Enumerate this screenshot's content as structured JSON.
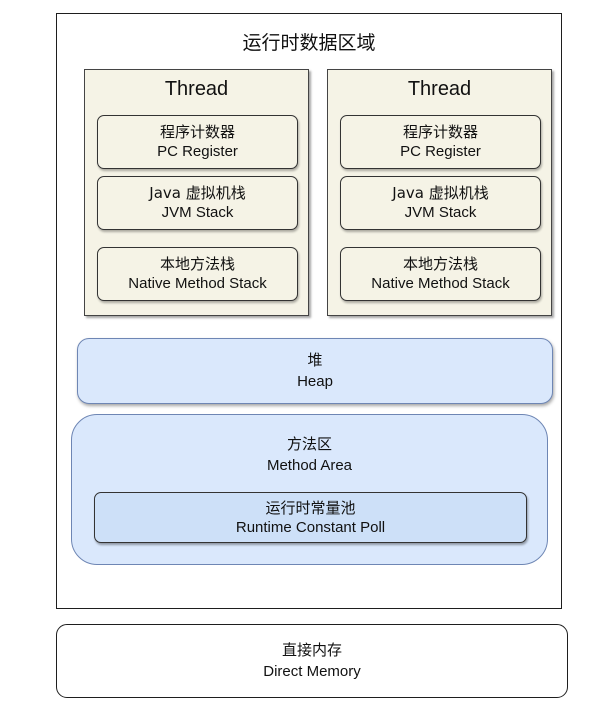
{
  "runtime_data_area": {
    "title": "运行时数据区域"
  },
  "threads": [
    {
      "title": "Thread",
      "pc_register": {
        "cn": "程序计数器",
        "en": "PC Register"
      },
      "jvm_stack": {
        "cn": "Java 虚拟机栈",
        "en": "JVM Stack"
      },
      "native_stack": {
        "cn": "本地方法栈",
        "en": "Native Method Stack"
      }
    },
    {
      "title": "Thread",
      "pc_register": {
        "cn": "程序计数器",
        "en": "PC Register"
      },
      "jvm_stack": {
        "cn": "Java 虚拟机栈",
        "en": "JVM Stack"
      },
      "native_stack": {
        "cn": "本地方法栈",
        "en": "Native Method Stack"
      }
    }
  ],
  "heap": {
    "cn": "堆",
    "en": "Heap"
  },
  "method_area": {
    "cn": "方法区",
    "en": "Method Area",
    "constant_pool": {
      "cn": "运行时常量池",
      "en": "Runtime Constant Poll"
    }
  },
  "direct_memory": {
    "cn": "直接内存",
    "en": "Direct Memory"
  },
  "colors": {
    "thread_fill": "#f5f3e6",
    "heap_fill": "#dae8fc",
    "heap_border": "#6e86b4",
    "outline": "#1e1e1e"
  }
}
